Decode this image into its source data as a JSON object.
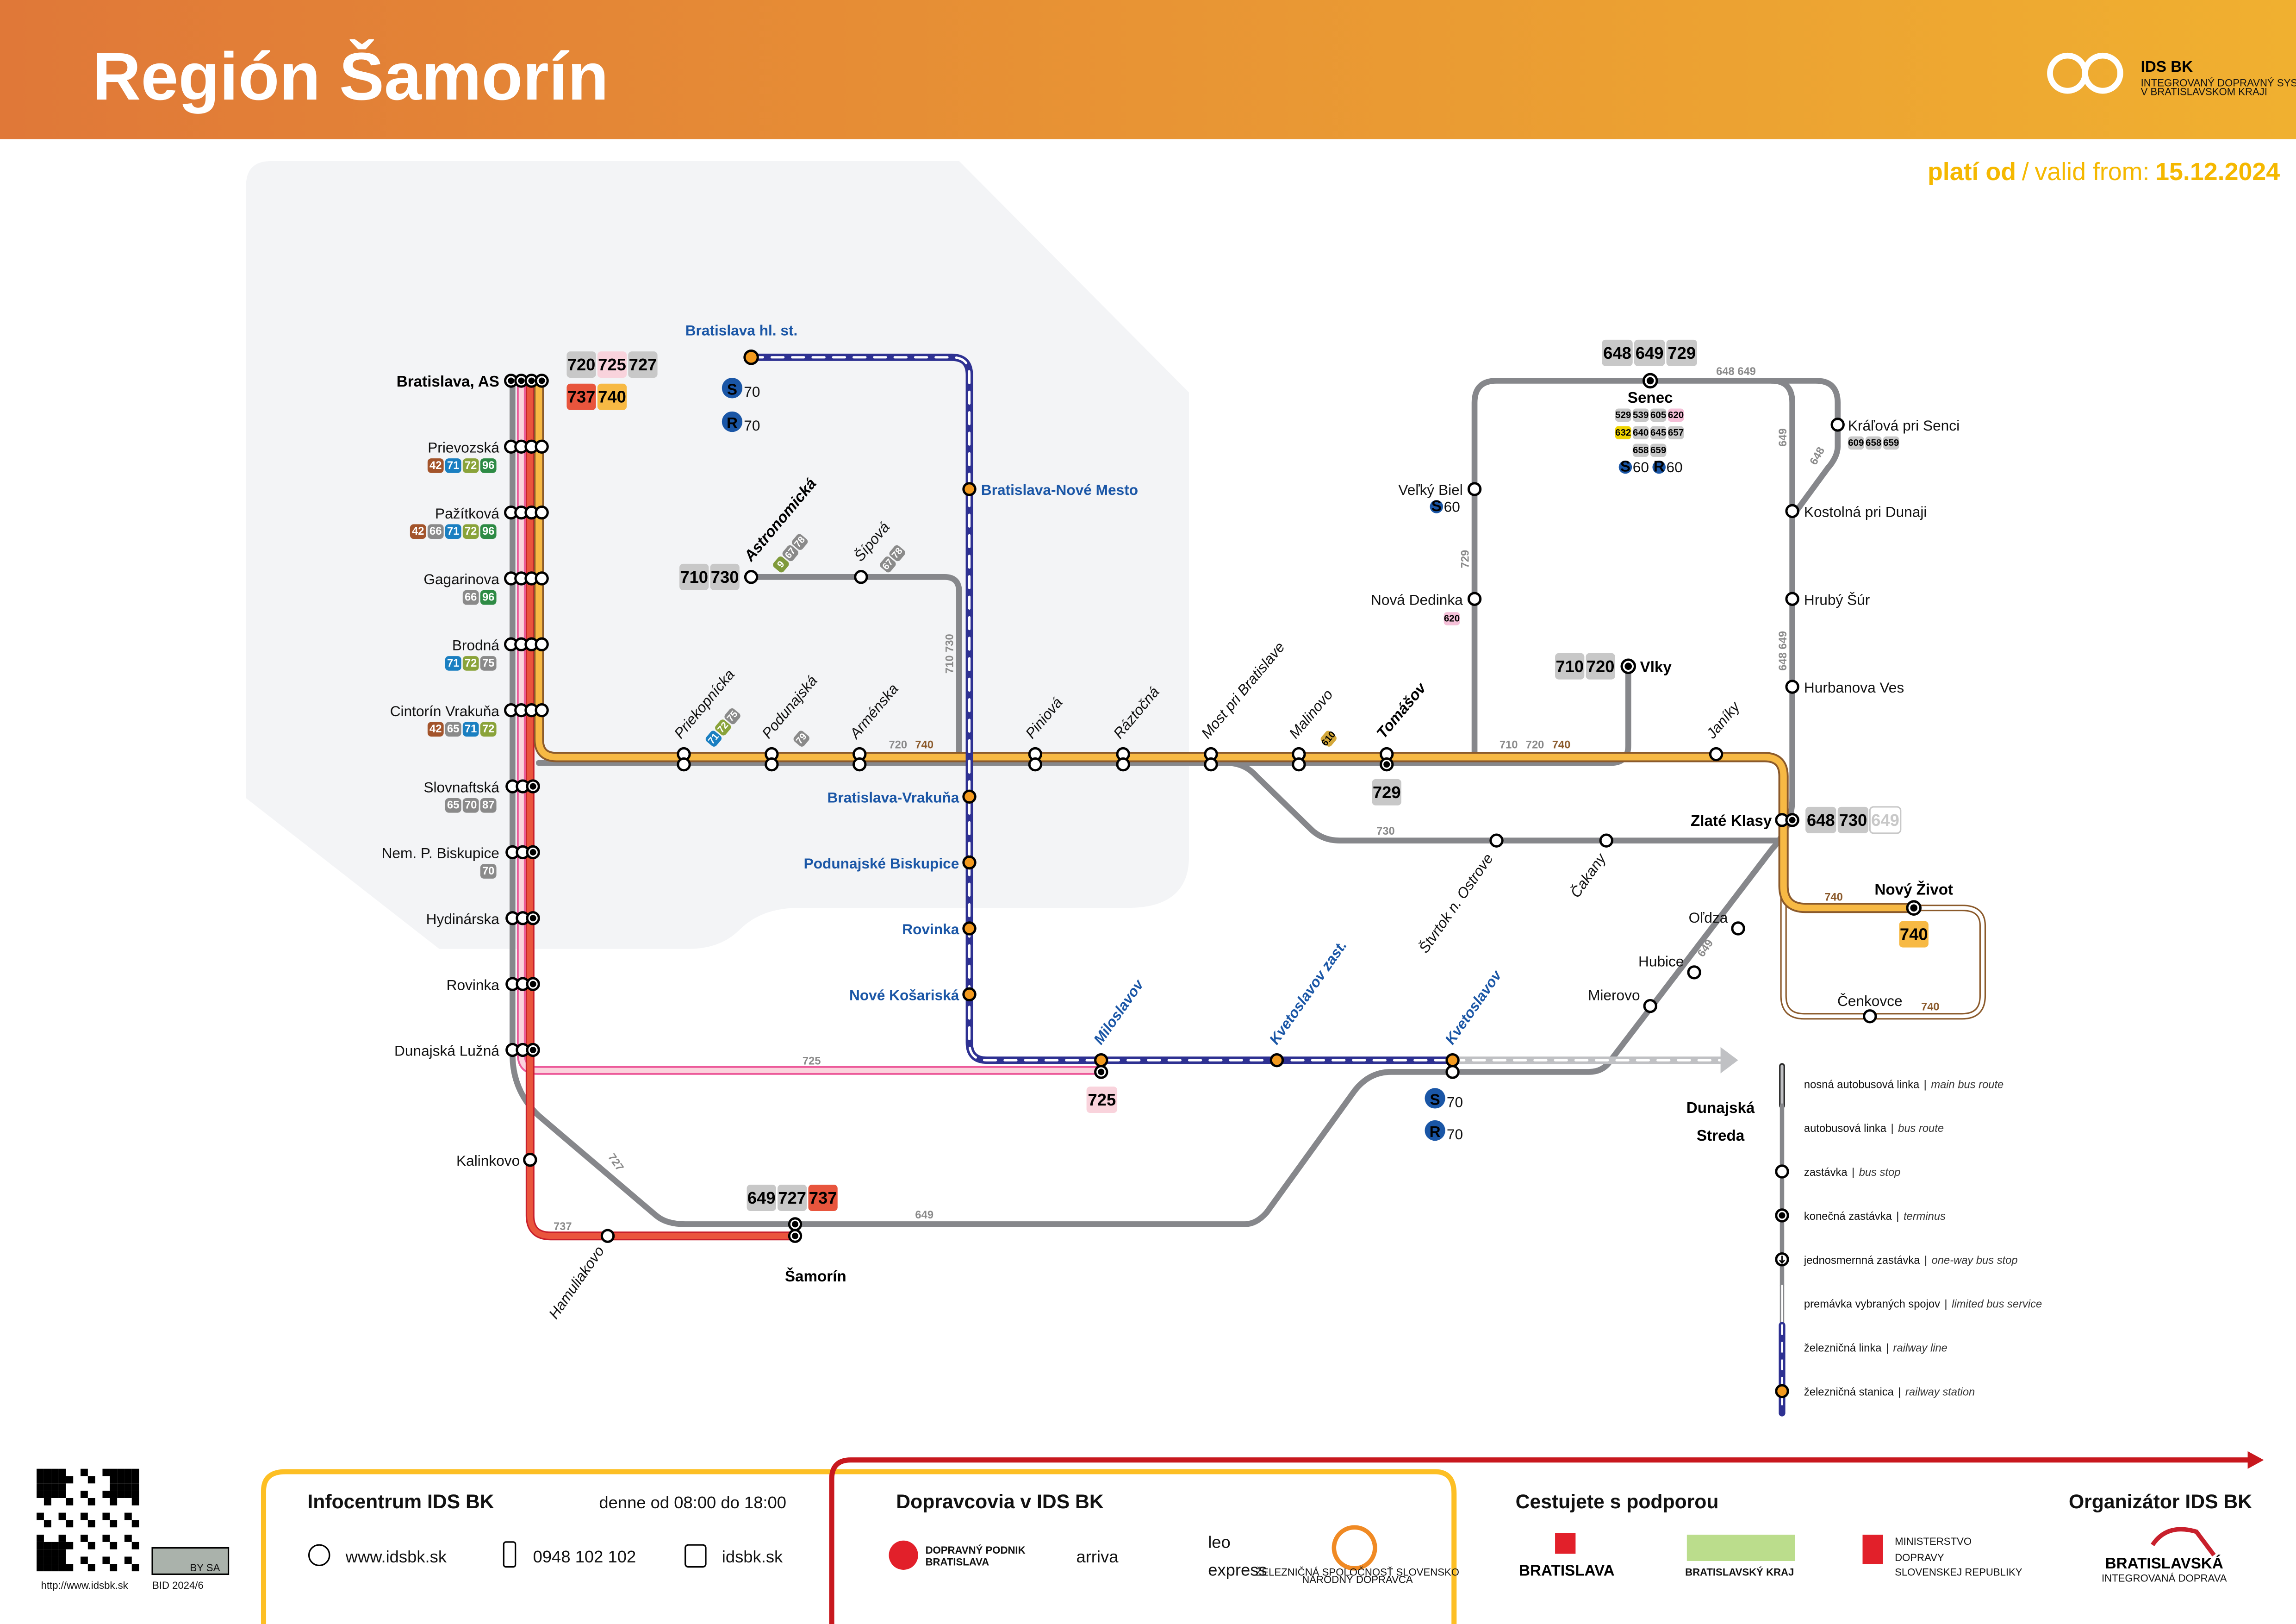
{
  "header": {
    "title": "Región Šamorín",
    "logo_text": "IDS BK",
    "logo_sub1": "INTEGROVANÝ DOPRAVNÝ SYSTÉM",
    "logo_sub2": "V BRATISLAVSKOM KRAJI"
  },
  "validity": {
    "label_sk": "platí od",
    "sep": "/",
    "label_en": "valid from:",
    "date": "15.12.2024"
  },
  "colors": {
    "header_left": "#e07838",
    "header_right": "#f0b030",
    "accent_yellow": "#f5b800",
    "rail_blue": "#2e3192",
    "rail_text": "#1a56a6",
    "station_orange": "#f39a1e",
    "bus_gray": "#86878b",
    "line_725": "#ec5a9a",
    "line_737": "#e8553d",
    "line_740": "#f7b944",
    "line_740_edge": "#8b5a2b",
    "region_bg": "#f3f4f6"
  },
  "map": {
    "trunk_stops": [
      {
        "name": "Bratislava, AS",
        "badges": []
      },
      {
        "name": "Prievozská",
        "badges": [
          {
            "n": "42",
            "c": "#a3542b"
          },
          {
            "n": "71",
            "c": "#1a7fc1"
          },
          {
            "n": "72",
            "c": "#8aa33a"
          },
          {
            "n": "96",
            "c": "#2e8b45"
          }
        ]
      },
      {
        "name": "Pažítková",
        "badges": [
          {
            "n": "42",
            "c": "#a3542b"
          },
          {
            "n": "66",
            "c": "#8a8a8a"
          },
          {
            "n": "71",
            "c": "#1a7fc1"
          },
          {
            "n": "72",
            "c": "#8aa33a"
          },
          {
            "n": "96",
            "c": "#2e8b45"
          }
        ]
      },
      {
        "name": "Gagarinova",
        "badges": [
          {
            "n": "66",
            "c": "#8a8a8a"
          },
          {
            "n": "96",
            "c": "#2e8b45"
          }
        ]
      },
      {
        "name": "Brodná",
        "badges": [
          {
            "n": "71",
            "c": "#1a7fc1"
          },
          {
            "n": "72",
            "c": "#8aa33a"
          },
          {
            "n": "75",
            "c": "#8a8a8a"
          }
        ]
      },
      {
        "name": "Cintorín Vrakuňa",
        "badges": [
          {
            "n": "42",
            "c": "#a3542b"
          },
          {
            "n": "65",
            "c": "#8a8a8a"
          },
          {
            "n": "71",
            "c": "#1a7fc1"
          },
          {
            "n": "72",
            "c": "#8aa33a"
          }
        ]
      },
      {
        "name": "Slovnaftská",
        "badges": [
          {
            "n": "65",
            "c": "#8a8a8a"
          },
          {
            "n": "70",
            "c": "#8a8a8a"
          },
          {
            "n": "87",
            "c": "#8a8a8a"
          }
        ]
      },
      {
        "name": "Nem. P. Biskupice",
        "badges": [
          {
            "n": "70",
            "c": "#8a8a8a"
          }
        ]
      },
      {
        "name": "Hydinárska",
        "badges": []
      },
      {
        "name": "Rovinka",
        "badges": []
      },
      {
        "name": "Dunajská Lužná",
        "badges": []
      },
      {
        "name": "Kalinkovo",
        "badges": []
      }
    ],
    "as_routes_row1": [
      {
        "n": "720",
        "c": "#c8c8c8"
      },
      {
        "n": "725",
        "c": "#f9d3dc"
      },
      {
        "n": "727",
        "c": "#c8c8c8"
      }
    ],
    "as_routes_row2": [
      {
        "n": "737",
        "c": "#e8553d"
      },
      {
        "n": "740",
        "c": "#f7b944"
      }
    ],
    "main_stops": [
      {
        "name": "Priekopnícka",
        "badges": [
          {
            "n": "71",
            "c": "#1a7fc1"
          },
          {
            "n": "72",
            "c": "#8aa33a"
          },
          {
            "n": "75",
            "c": "#8a8a8a"
          }
        ]
      },
      {
        "name": "Podunajská",
        "badges": [
          {
            "n": "79",
            "c": "#8a8a8a"
          }
        ]
      },
      {
        "name": "Arménska",
        "badges": []
      },
      {
        "name": "Piniová",
        "badges": []
      },
      {
        "name": "Ráztočná",
        "badges": []
      },
      {
        "name": "Most pri Bratislave",
        "badges": []
      },
      {
        "name": "Malinovo",
        "badges": [
          {
            "n": "610",
            "c": "#d4a83a",
            "t": "#000"
          }
        ]
      },
      {
        "name": "Tomášov",
        "badges": []
      },
      {
        "name": "Janíky",
        "badges": []
      }
    ],
    "tomasov_routes": [
      {
        "n": "729",
        "c": "#c8c8c8"
      }
    ],
    "astronomicka": {
      "name": "Astronomická",
      "badges": [
        {
          "n": "9",
          "c": "#7f9a3a"
        },
        {
          "n": "67",
          "c": "#8a8a8a"
        },
        {
          "n": "78",
          "c": "#8a8a8a"
        }
      ],
      "routes": [
        {
          "n": "710",
          "c": "#c8c8c8"
        },
        {
          "n": "730",
          "c": "#c8c8c8"
        }
      ]
    },
    "sipova": {
      "name": "Šípová",
      "badges": [
        {
          "n": "67",
          "c": "#8a8a8a"
        },
        {
          "n": "78",
          "c": "#8a8a8a"
        }
      ]
    },
    "rail": {
      "terminus": "Bratislava hl. st.",
      "s_letter": "S",
      "r_letter": "R",
      "line_70": "70",
      "line_60": "60",
      "stations": [
        "Bratislava-Nové Mesto",
        "Bratislava-Vrakuňa",
        "Podunajské Biskupice",
        "Rovinka",
        "Nové Košariská",
        "Miloslavov",
        "Kvetoslavov zast.",
        "Kvetoslavov"
      ],
      "miloslavov_routes": [
        {
          "n": "725",
          "c": "#f9d3dc"
        }
      ],
      "direction": [
        "Dunajská",
        "Streda"
      ]
    },
    "senec": {
      "name": "Senec",
      "routes": [
        {
          "n": "648",
          "c": "#c8c8c8"
        },
        {
          "n": "649",
          "c": "#c8c8c8"
        },
        {
          "n": "729",
          "c": "#c8c8c8"
        }
      ],
      "local_row1": [
        {
          "n": "529",
          "c": "#c8c8c8",
          "t": "#000"
        },
        {
          "n": "539",
          "c": "#c8c8c8",
          "t": "#000"
        },
        {
          "n": "605",
          "c": "#c8c8c8",
          "t": "#000"
        },
        {
          "n": "620",
          "c": "#f5c0d8",
          "t": "#000"
        }
      ],
      "local_row2": [
        {
          "n": "632",
          "c": "#f0d400",
          "t": "#000"
        },
        {
          "n": "640",
          "c": "#c8c8c8",
          "t": "#000"
        },
        {
          "n": "645",
          "c": "#c8c8c8",
          "t": "#000"
        },
        {
          "n": "657",
          "c": "#c8c8c8",
          "t": "#000"
        }
      ],
      "local_row3": [
        {
          "n": "658",
          "c": "#c8c8c8",
          "t": "#000"
        },
        {
          "n": "659",
          "c": "#c8c8c8",
          "t": "#000"
        }
      ]
    },
    "kralova": {
      "name": "Kráľová pri Senci",
      "badges": [
        {
          "n": "609",
          "c": "#c8c8c8",
          "t": "#000"
        },
        {
          "n": "658",
          "c": "#c8c8c8",
          "t": "#000"
        },
        {
          "n": "659",
          "c": "#c8c8c8",
          "t": "#000"
        }
      ]
    },
    "velky_biel": "Veľký Biel",
    "nova_dedinka": {
      "name": "Nová Dedinka",
      "badges": [
        {
          "n": "620",
          "c": "#f5c0d8",
          "t": "#000"
        }
      ]
    },
    "kostolna": "Kostolná pri Dunaji",
    "hruby_sur": "Hrubý Šúr",
    "hurbanova_ves": "Hurbanova Ves",
    "vlky": {
      "name": "Vlky",
      "routes": [
        {
          "n": "710",
          "c": "#c8c8c8"
        },
        {
          "n": "720",
          "c": "#c8c8c8"
        }
      ]
    },
    "zlate_klasy": {
      "name": "Zlaté Klasy",
      "routes": [
        {
          "n": "648",
          "c": "#c8c8c8"
        },
        {
          "n": "730",
          "c": "#c8c8c8"
        },
        {
          "n": "649",
          "c": "#ffffff",
          "t": "#c8c8c8",
          "o": "#c8c8c8"
        }
      ]
    },
    "novy_zivot": {
      "name": "Nový Život",
      "routes": [
        {
          "n": "740",
          "c": "#f7b944"
        }
      ]
    },
    "cenkovce": "Čenkovce",
    "oldza": "Oľdza",
    "hubice": "Hubice",
    "mierovo": "Mierovo",
    "stvrtok": "Štvrtok n. Ostrove",
    "cakany": "Čakany",
    "samorin": {
      "name": "Šamorín",
      "routes": [
        {
          "n": "649",
          "c": "#c8c8c8"
        },
        {
          "n": "727",
          "c": "#c8c8c8"
        },
        {
          "n": "737",
          "c": "#e8553d"
        }
      ]
    },
    "hamuliakovo": "Hamuliakovo",
    "line_labels": {
      "l648_649_top": "648 649",
      "l649_v": "649",
      "l648_diag": "648",
      "l729_v": "729",
      "l648_649_v": "648 649",
      "l710": "710",
      "l720": "720",
      "l740": "740",
      "l720b": "720",
      "l740b": "740",
      "l710_730_v": "710 730",
      "l730": "730",
      "l740_nz": "740",
      "l740_loop": "740",
      "l649_diag": "649",
      "l725": "725",
      "l727": "727",
      "l737": "737",
      "l649_bottom": "649"
    }
  },
  "legend": [
    {
      "sk": "nosná autobusová linka",
      "en": "main bus route"
    },
    {
      "sk": "autobusová linka",
      "en": "bus route"
    },
    {
      "sk": "zastávka",
      "en": "bus stop"
    },
    {
      "sk": "konečná zastávka",
      "en": "terminus"
    },
    {
      "sk": "jednosmernná zastávka",
      "en": "one-way bus stop"
    },
    {
      "sk": "premávka vybraných spojov",
      "en": "limited bus service"
    },
    {
      "sk": "železničná linka",
      "en": "railway line"
    },
    {
      "sk": "železničná stanica",
      "en": "railway station"
    }
  ],
  "legend_sep": "|",
  "footer": {
    "qr_url": "http://www.idsbk.sk",
    "bid": "BID 2024/6",
    "cc": "BY SA",
    "info_title": "Infocentrum IDS BK",
    "info_hours": "denne od 08:00 do 18:00",
    "web": "www.idsbk.sk",
    "phone": "0948 102 102",
    "facebook": "idsbk.sk",
    "carriers_title": "Dopravcovia v IDS BK",
    "carriers": {
      "dpb1": "DOPRAVNÝ PODNIK",
      "dpb2": "BRATISLAVA",
      "arriva": "arriva",
      "leo1": "leo",
      "leo2": "express",
      "zssk1": "ŽELEZNIČNÁ SPOLOČNOSŤ SLOVENSKO",
      "zssk2": "NÁRODNÝ DOPRAVCA"
    },
    "support_title": "Cestujete s podporou",
    "support": {
      "ba": "BRATISLAVA",
      "bsk": "BRATISLAVSKÝ KRAJ",
      "min1": "MINISTERSTVO",
      "min2": "DOPRAVY",
      "min3": "SLOVENSKEJ REPUBLIKY"
    },
    "organizer_title": "Organizátor IDS BK",
    "organizer": {
      "l1": "BRATISLAVSKÁ",
      "l2": "INTEGROVANÁ DOPRAVA"
    }
  }
}
